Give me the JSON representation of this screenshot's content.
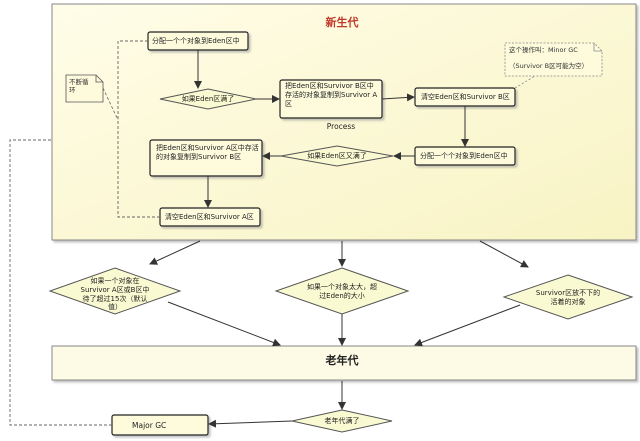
{
  "title": "新生代",
  "process_label": "Process",
  "boxes": {
    "alloc1": "分配一个个对象到Eden区中",
    "copy_to_b": "把Eden区和Survivor B区中存活的对象复制到Survivor A区",
    "clear_a": "清空Eden区和Survivor B区",
    "alloc2": "分配一个个对象到Eden区中",
    "copy_to_a": "把Eden区和Survivor A区中存活的对象复制到Survivor B区",
    "clear_b": "清空Eden区和Survivor A区",
    "old_gen": "老年代",
    "major_gc": "Major GC"
  },
  "decisions": {
    "eden_full": "如果Eden区满了",
    "eden_full_again": "如果Eden区又满了",
    "promote_15": "如果一个对象在Survivor A区或B区中待了超过15次（默认值）",
    "too_large": "如果一个对象太大，超过Eden的大小",
    "survivor_full": "Survivor区放不下的活着的对象",
    "old_full": "老年代满了"
  },
  "notes": {
    "loop": "不断循环",
    "minor_gc_line1": "这个操作叫：Minor GC",
    "minor_gc_line2": "（Survivor B区可能为空）"
  },
  "colors": {
    "young_fill": "#fdfbdc",
    "box_fill": "#fdfbdc",
    "decision_fill": "#fafad2",
    "note_fill": "#fdfbdc",
    "old_fill": "#fdfbe6",
    "title_color": "#c0392b",
    "border": "#222222"
  }
}
